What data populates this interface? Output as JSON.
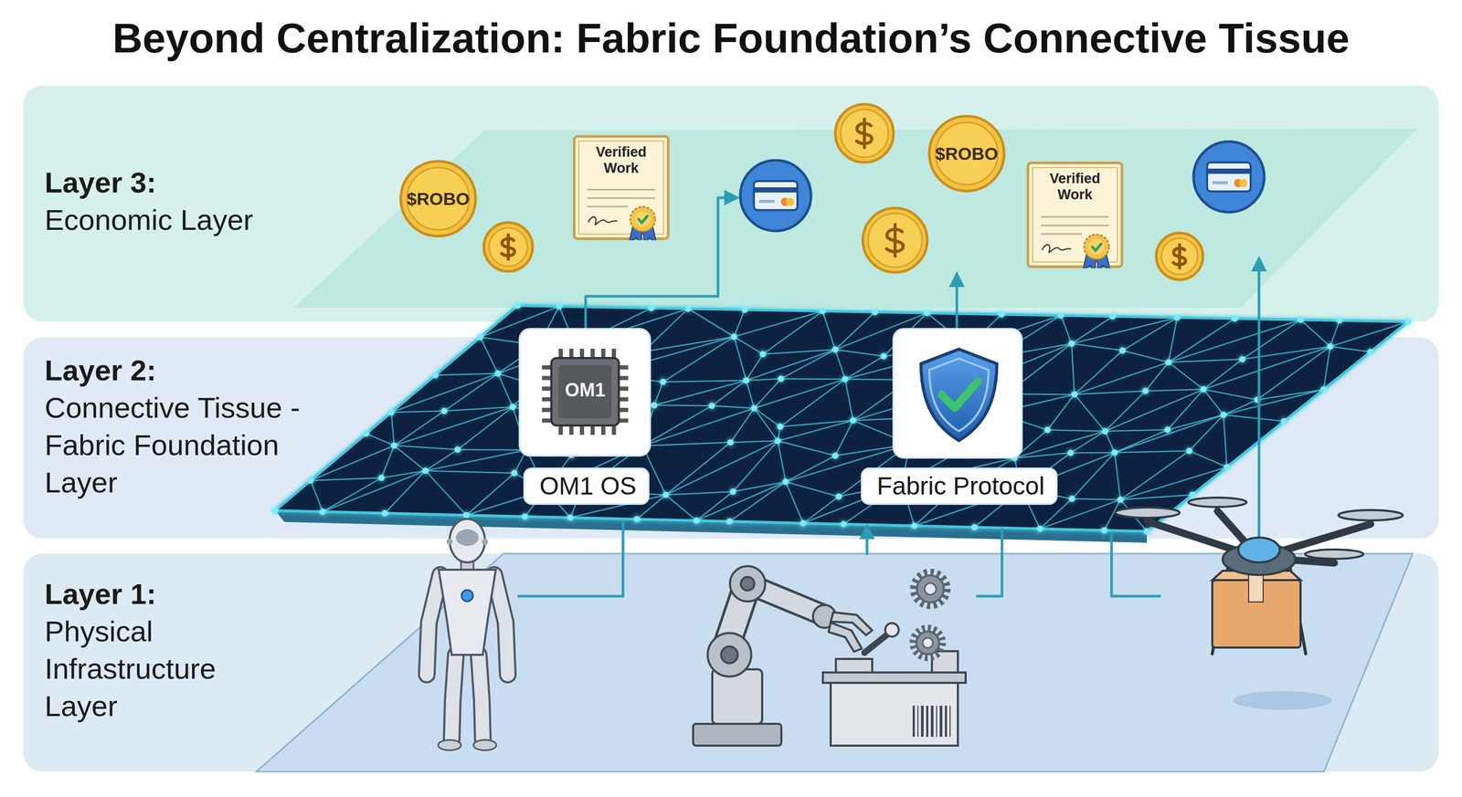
{
  "diagram": {
    "title": "Beyond Centralization: Fabric Foundation’s Connective Tissue",
    "nodes": [
      {
        "text": [
          "Layer 3:",
          "Economic Layer"
        ]
      },
      {
        "text": [
          "$ROBO"
        ],
        "in": 0
      },
      {
        "text": [
          "Verified Work"
        ],
        "in": 0
      },
      {
        "text": [
          "$ROBO"
        ],
        "in": 0
      },
      {
        "text": [
          "Verified Work"
        ],
        "in": 0
      },
      {
        "text": [
          "Layer 2:",
          "Connective Tissue - Fabric Foundation Layer"
        ]
      },
      {
        "text": [
          "OM1",
          "OM1 OS"
        ],
        "in": 5
      },
      {
        "text": [
          "Fabric Protocol"
        ],
        "in": 5
      },
      {
        "text": [
          "Layer 1:",
          "Physical Infrastructure Layer"
        ]
      }
    ]
  }
}
